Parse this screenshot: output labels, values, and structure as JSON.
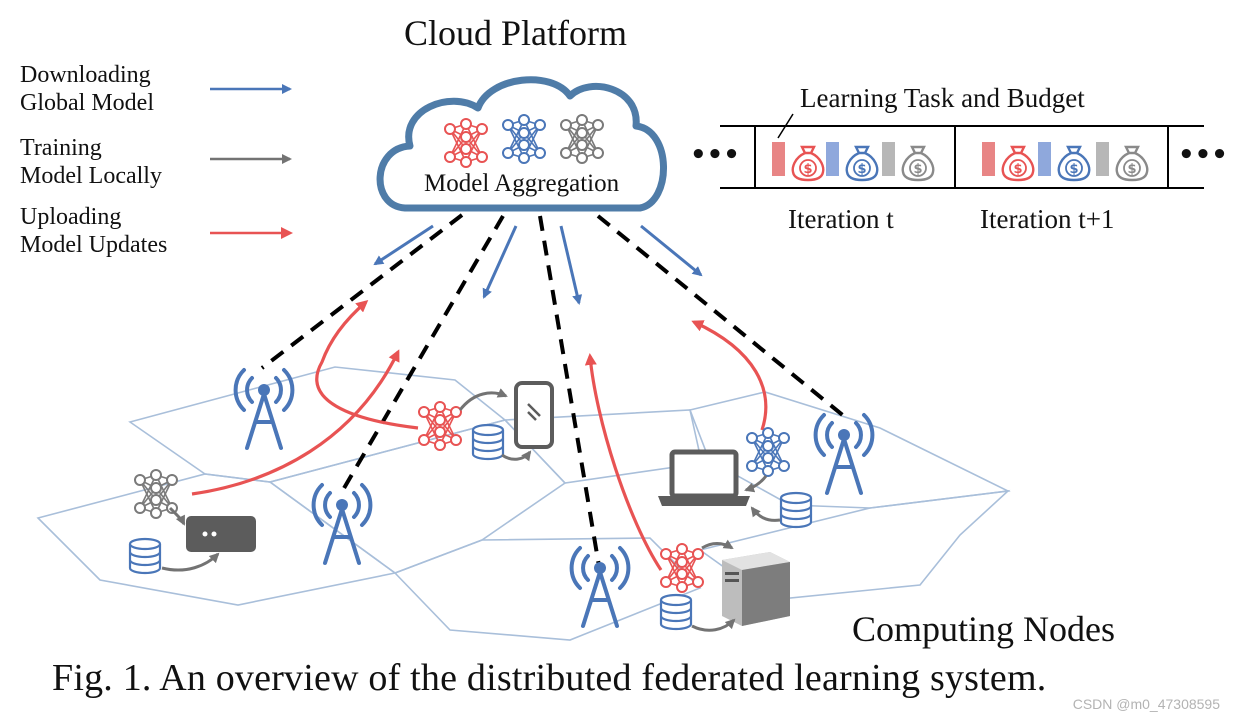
{
  "title": "Cloud Platform",
  "legend": [
    {
      "line1": "Downloading",
      "line2": "Global Model",
      "color": "#4a76b8"
    },
    {
      "line1": "Training",
      "line2": "Model Locally",
      "color": "#737373"
    },
    {
      "line1": "Uploading",
      "line2": "Model Updates",
      "color": "#e85353"
    }
  ],
  "cloud": {
    "label": "Model Aggregation"
  },
  "budget": {
    "label": "Learning Task and Budget",
    "ellipsis": "•••",
    "iterations": [
      "Iteration t",
      "Iteration t+1"
    ]
  },
  "computing_nodes_label": "Computing Nodes",
  "caption": "Fig. 1.  An overview of the distributed federated learning system.",
  "watermark": "CSDN @m0_47308595",
  "colors": {
    "blue": "#4a76b8",
    "red": "#e85353",
    "gray": "#737373",
    "cloud_stroke": "#4f7ca8",
    "hex_stroke": "#a9bfda"
  },
  "icons": [
    "cloud-icon",
    "neural-network-icon",
    "money-bag-icon",
    "antenna-tower-icon",
    "smartphone-icon",
    "laptop-icon",
    "server-icon",
    "router-icon",
    "database-icon"
  ]
}
